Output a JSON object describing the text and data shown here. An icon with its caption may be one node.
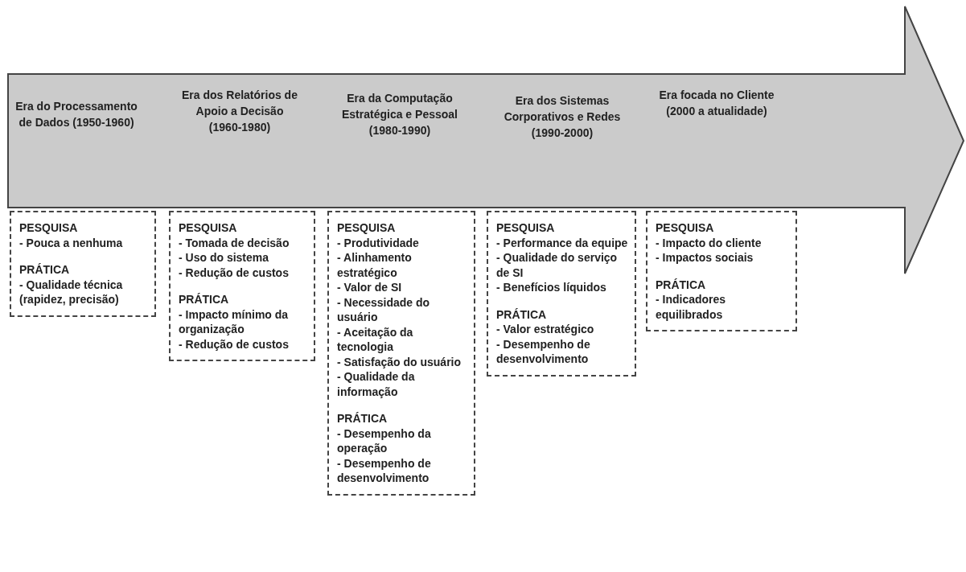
{
  "diagram": {
    "nodes": [
      {
        "text": [
          "Era do Processamento de Dados (1950-1960)",
          "Era dos Relatórios de Apoio a Decisão (1960-1980)",
          "Era da Computação Estratégica e Pessoal (1980-1990)",
          "Era dos Sistemas Corporativos e Redes (1990-2000)",
          "Era focada no Cliente (2000 a atualidade)"
        ]
      },
      {
        "text": [
          "PESQUISA",
          "- Pouca a nenhuma",
          "PRÁTICA",
          "- Qualidade técnica (rapidez, precisão)"
        ]
      },
      {
        "text": [
          "PESQUISA",
          "- Tomada de decisão",
          "- Uso do sistema",
          "- Redução de custos",
          "PRÁTICA",
          "- Impacto mínimo da organização",
          "- Redução de custos"
        ]
      },
      {
        "text": [
          "PESQUISA",
          "- Produtividade",
          "- Alinhamento estratégico",
          "- Valor de SI",
          "- Necessidade do usuário",
          "- Aceitação da tecnologia",
          "- Satisfação do usuário",
          "- Qualidade da informação",
          "PRÁTICA",
          "- Desempenho da operação",
          "- Desempenho de desenvolvimento"
        ]
      },
      {
        "text": [
          "PESQUISA",
          "- Performance da equipe",
          "- Qualidade do serviço de SI",
          "- Benefícios líquidos",
          "PRÁTICA",
          "- Valor estratégico",
          "- Desempenho de desenvolvimento"
        ]
      },
      {
        "text": [
          "PESQUISA",
          "- Impacto do cliente",
          "- Impactos sociais",
          "PRÁTICA",
          "- Indicadores equilibrados"
        ]
      }
    ],
    "edges": []
  }
}
